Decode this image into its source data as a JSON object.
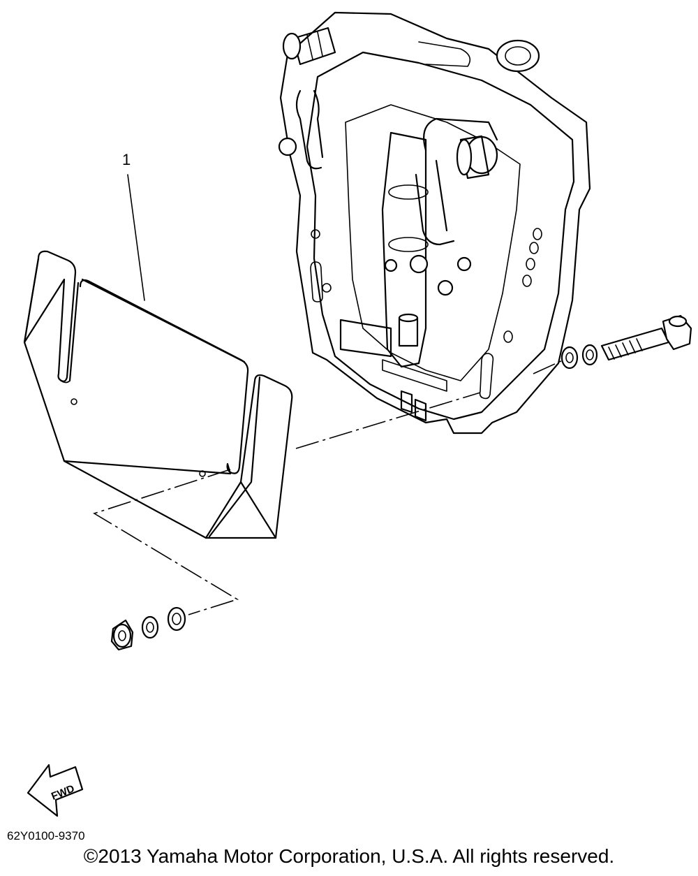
{
  "callouts": [
    {
      "label": "1"
    }
  ],
  "fwd_marker": {
    "label": "FWD",
    "icon": "fwd-arrow-icon"
  },
  "drawing_number": "62Y0100-9370",
  "copyright": "©2013 Yamaha Motor Corporation, U.S.A. All rights reserved."
}
